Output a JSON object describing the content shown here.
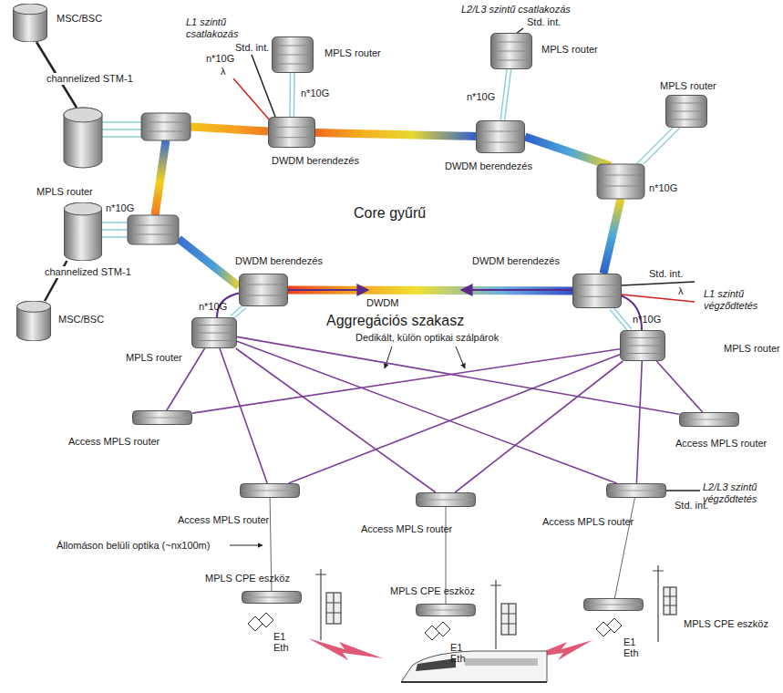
{
  "diagram": {
    "nodes": [
      {
        "text": [
          "MSC/BSC"
        ]
      },
      {
        "text": [
          "MPLS router"
        ]
      },
      {
        "text": [
          "DWDM berendezés"
        ]
      },
      {
        "text": [
          "MPLS router"
        ]
      },
      {
        "text": [
          "DWDM berendezés"
        ]
      },
      {
        "text": [
          "MPLS router"
        ]
      },
      {
        "text": [
          "MPLS router"
        ]
      },
      {
        "text": [
          "MSC/BSC"
        ]
      },
      {
        "text": [
          "DWDM berendezés"
        ]
      },
      {
        "text": [
          "DWDM berendezés"
        ]
      },
      {
        "text": [
          "MPLS router"
        ]
      },
      {
        "text": [
          "MPLS router"
        ]
      },
      {
        "text": [
          "Access MPLS router"
        ]
      },
      {
        "text": [
          "Access MPLS router"
        ]
      },
      {
        "text": [
          "Access MPLS router"
        ]
      },
      {
        "text": [
          "Access MPLS router"
        ]
      },
      {
        "text": [
          "Access MPLS router"
        ]
      },
      {
        "text": [
          "MPLS CPE eszköz"
        ]
      },
      {
        "text": [
          "MPLS CPE eszköz"
        ]
      },
      {
        "text": [
          "MPLS CPE eszköz"
        ]
      }
    ],
    "edges": [
      {
        "from": 1,
        "to": 2,
        "arrow": "none"
      },
      {
        "from": 2,
        "to": 4,
        "arrow": "none"
      },
      {
        "from": 3,
        "to": 4,
        "arrow": "none"
      },
      {
        "from": 7,
        "to": 6,
        "arrow": "none"
      },
      {
        "from": 8,
        "to": 9,
        "arrow": "none"
      },
      {
        "from": 10,
        "to": 8,
        "arrow": "none"
      },
      {
        "from": 11,
        "to": 9,
        "arrow": "none"
      },
      {
        "from": 10,
        "to": 12,
        "arrow": "none"
      },
      {
        "from": 10,
        "to": 13,
        "arrow": "none"
      },
      {
        "from": 10,
        "to": 14,
        "arrow": "none"
      },
      {
        "from": 10,
        "to": 15,
        "arrow": "none"
      },
      {
        "from": 10,
        "to": 16,
        "arrow": "none"
      },
      {
        "from": 11,
        "to": 12,
        "arrow": "none"
      },
      {
        "from": 11,
        "to": 13,
        "arrow": "none"
      },
      {
        "from": 11,
        "to": 14,
        "arrow": "none"
      },
      {
        "from": 11,
        "to": 15,
        "arrow": "none"
      },
      {
        "from": 11,
        "to": 16,
        "arrow": "none"
      },
      {
        "from": 14,
        "to": 17,
        "arrow": "none"
      },
      {
        "from": 15,
        "to": 18,
        "arrow": "none"
      },
      {
        "from": 16,
        "to": 19,
        "arrow": "none"
      }
    ],
    "labels": [
      "channelized STM-1",
      "n*10G",
      "L1 szintű csatlakozás",
      "Std. int.",
      "λ",
      "n*10G",
      "L2/L3 szintű csatlakozás",
      "Std. int.",
      "n*10G",
      "n*10G",
      "n*10G",
      "channelized STM-1",
      "Core gyűrű",
      "DWDM",
      "Std. int.",
      "λ",
      "L1 szintű végződtetés",
      "n*10G",
      "n*10G",
      "Aggregációs szakasz",
      "Dedikált, külön optikai szálpárok",
      "L2/L3 szintű végződtetés",
      "Std. int.",
      "Állomáson belüli optika (~nx100m)",
      "E1",
      "Eth",
      "E1",
      "Eth",
      "E1",
      "Eth"
    ]
  }
}
